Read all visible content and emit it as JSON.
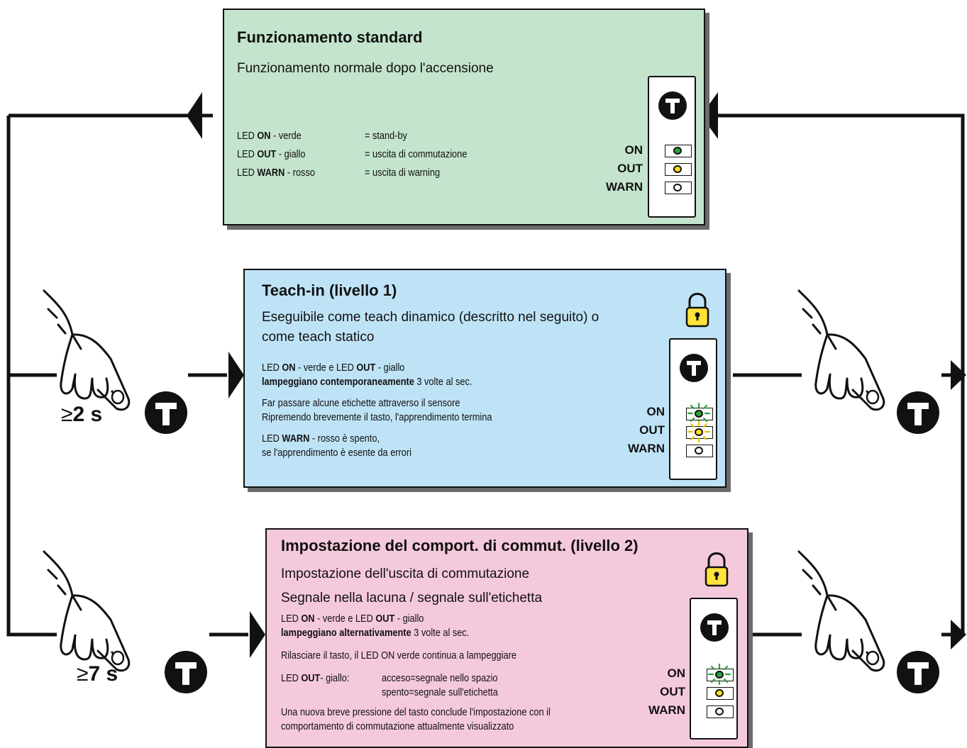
{
  "standard": {
    "title": "Funzionamento standard",
    "subtitle": "Funzionamento normale dopo l'accensione",
    "rows": [
      {
        "pre": "LED ",
        "bold": "ON",
        "post": " - verde",
        "value": "= stand-by"
      },
      {
        "pre": "LED ",
        "bold": "OUT",
        "post": " - giallo",
        "value": "= uscita di commutazione"
      },
      {
        "pre": "LED ",
        "bold": "WARN",
        "post": " - rosso",
        "value": "= uscita di warning"
      }
    ]
  },
  "teach": {
    "title": "Teach-in (livello 1)",
    "subtitle_line1": "Eseguibile come teach dinamico (descritto nel seguito) o",
    "subtitle_line2": "come teach statico",
    "led_line1": {
      "pre": "LED ",
      "b1": "ON",
      "mid": " - verde e LED ",
      "b2": "OUT",
      "post": " - giallo"
    },
    "led_line2": {
      "bold": "lampeggiano contemporaneamente",
      "post": " 3 volte al sec."
    },
    "pass_line": "Far passare alcune etichette attraverso il sensore",
    "repeat_line": "Ripremendo brevemente il tasto, l'apprendimento termina",
    "warn_line1": {
      "pre": "LED ",
      "bold": "WARN",
      "post": " - rosso è spento,"
    },
    "warn_line2": "se l'apprendimento è esente da errori"
  },
  "impostazione": {
    "title": "Impostazione del comport. di commut. (livello 2)",
    "subtitle_line1": "Impostazione dell'uscita di commutazione",
    "subtitle_line2": "Segnale nella lacuna / segnale sull'etichetta",
    "led_line1": {
      "pre": "LED ",
      "b1": "ON",
      "mid": " - verde e LED ",
      "b2": "OUT",
      "post": " - giallo"
    },
    "led_line2": {
      "bold": "lampeggiano alternativamente",
      "post": " 3 volte al sec."
    },
    "release_line": "Rilasciare il tasto, il LED ON verde continua a lampeggiare",
    "out_label": {
      "pre": "LED ",
      "bold": "OUT",
      "post": "- giallo:"
    },
    "out_on": "acceso=segnale nello spazio",
    "out_off": "spento=segnale sull'etichetta",
    "new_press_line1": "Una nuova breve pressione del tasto conclude l'impostazione con il",
    "new_press_line2": "comportamento di commutazione attualmente visualizzato"
  },
  "leds": {
    "on": "ON",
    "out": "OUT",
    "warn": "WARN"
  },
  "press": {
    "symbol": "≥",
    "level1": "2 s",
    "level2": "7 s"
  },
  "colors": {
    "standard_bg": "#c4e4cd",
    "teach_bg": "#bfe3f6",
    "impostazione_bg": "#f5c9dc",
    "led_green": "#2aa33a",
    "led_yellow": "#ffe01a",
    "lock_yellow": "#ffe23a"
  },
  "icons": [
    "t-button-icon",
    "hand-press-icon",
    "padlock-icon",
    "arrow-icon",
    "blink-rays-icon"
  ]
}
